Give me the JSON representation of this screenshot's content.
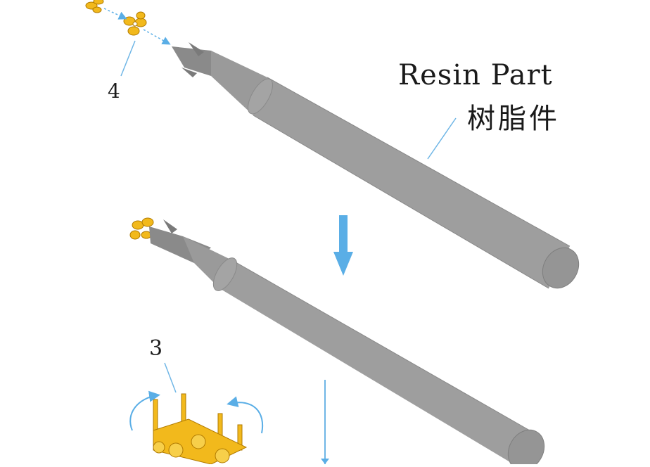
{
  "labels": {
    "resin_part_en": "Resin Part",
    "resin_part_zh": "树脂件",
    "part_4": "4",
    "part_3": "3"
  },
  "colors": {
    "resin_gray": "#9a9a9a",
    "etch_gold": "#f2b91c",
    "arrow_blue": "#5aaee6",
    "leader_blue": "#6fb6e6"
  },
  "icons": {
    "step_arrow": "down-arrow-icon",
    "assembly_arrow": "curved-arrow-icon"
  }
}
